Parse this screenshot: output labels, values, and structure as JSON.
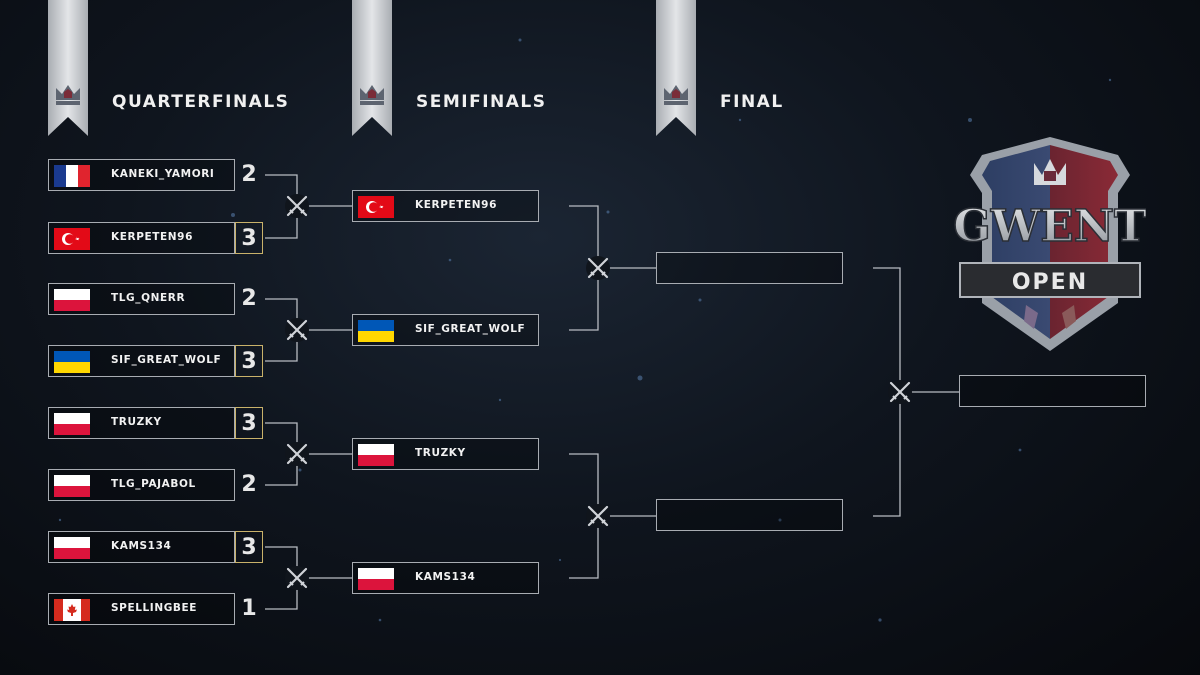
{
  "rounds": [
    "QUARTERFINALS",
    "SEMIFINALS",
    "FINAL"
  ],
  "quarterfinals": [
    {
      "name": "KANEKI_YAMORI",
      "flag": "fr",
      "score": "2",
      "win": false
    },
    {
      "name": "KERPETEN96",
      "flag": "tr",
      "score": "3",
      "win": true
    },
    {
      "name": "TLG_QNERR",
      "flag": "pl",
      "score": "2",
      "win": false
    },
    {
      "name": "SIF_GREAT_WOLF",
      "flag": "ua",
      "score": "3",
      "win": true
    },
    {
      "name": "TRUZKY",
      "flag": "pl",
      "score": "3",
      "win": true
    },
    {
      "name": "TLG_PAJABOL",
      "flag": "pl",
      "score": "2",
      "win": false
    },
    {
      "name": "KAMS134",
      "flag": "pl",
      "score": "3",
      "win": true
    },
    {
      "name": "SPELLINGBEE",
      "flag": "ca",
      "score": "1",
      "win": false
    }
  ],
  "semifinals": [
    {
      "name": "KERPETEN96",
      "flag": "tr"
    },
    {
      "name": "SIF_GREAT_WOLF",
      "flag": "ua"
    },
    {
      "name": "TRUZKY",
      "flag": "pl"
    },
    {
      "name": "KAMS134",
      "flag": "pl"
    }
  ],
  "final": [
    "",
    ""
  ],
  "winner": "",
  "logo": {
    "title": "GWENT",
    "subtitle": "OPEN"
  },
  "colors": {
    "box_border": "#a8acb2",
    "win_border": "#c9b26a",
    "line": "#b8bcc2",
    "banner": "#d4d6da"
  },
  "icons": {
    "round": "crown-icon",
    "match": "crossed-swords-icon"
  }
}
